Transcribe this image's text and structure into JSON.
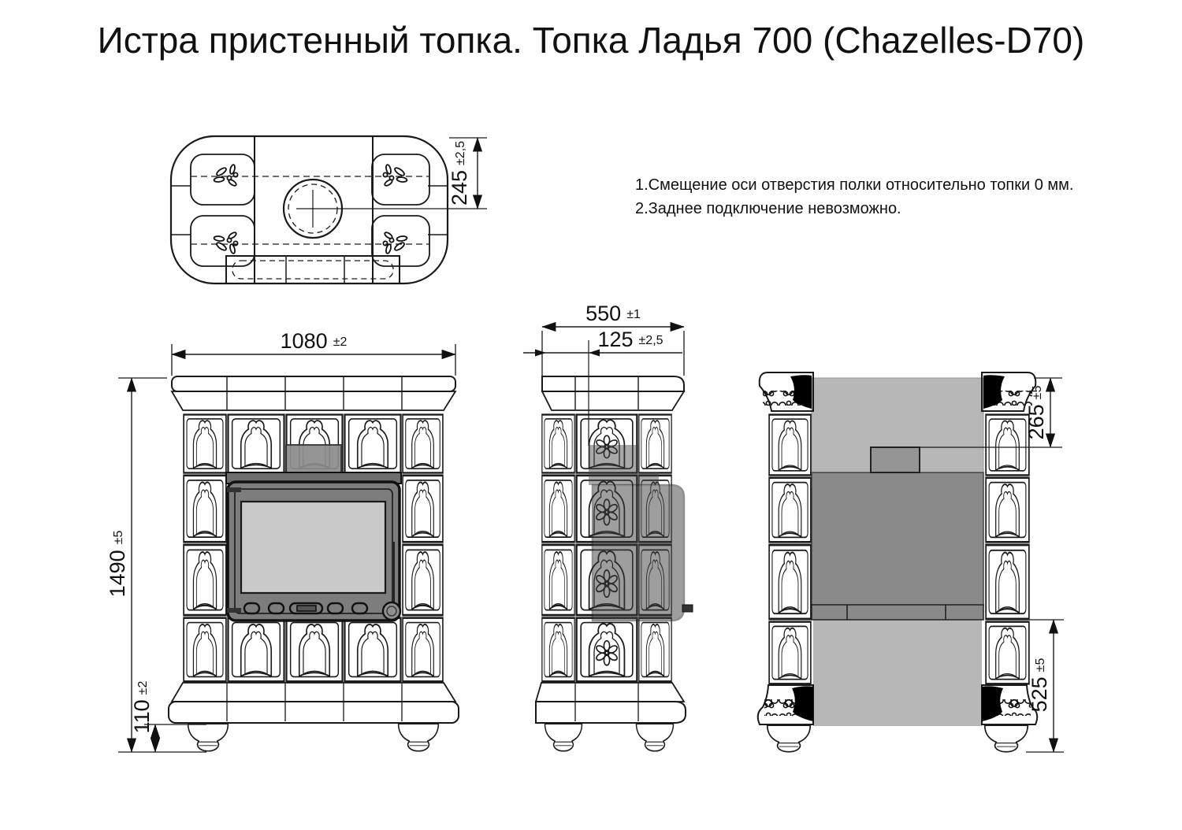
{
  "header": {
    "title": "Истра пристенный топка. Топка Ладья 700 (Chazelles-D70)"
  },
  "notes": {
    "line1": "1.Смещение оси отверстия полки относительно топки 0 мм.",
    "line2": "2.Заднее подключение невозможно."
  },
  "dimensions": {
    "top_view_depth": {
      "value": "245",
      "tolerance": "±2,5"
    },
    "front_width": {
      "value": "1080",
      "tolerance": "±2"
    },
    "front_height": {
      "value": "1490",
      "tolerance": "±5"
    },
    "base_height": {
      "value": "110",
      "tolerance": "±2"
    },
    "side_depth": {
      "value": "550",
      "tolerance": "±1"
    },
    "flue_offset": {
      "value": "125",
      "tolerance": "±2,5"
    },
    "rear_flue_top": {
      "value": "265",
      "tolerance": "±5"
    },
    "rear_bottom_clearance": {
      "value": "525",
      "tolerance": "±5"
    }
  },
  "colors": {
    "line": "#1a1a1a",
    "insert_frame": "#7d7d7d",
    "insert_glass": "#c9c9c9",
    "insert_band": "#6e6e6e",
    "shelf_niche": "#8c8c8c",
    "rear_panel_light": "#b7b7b7",
    "rear_panel_dark": "#8a8a8a",
    "rear_flue_outlet": "#949494",
    "side_firebox_overlay": "#3f3f3f",
    "tile_black_accent": "#000000"
  }
}
